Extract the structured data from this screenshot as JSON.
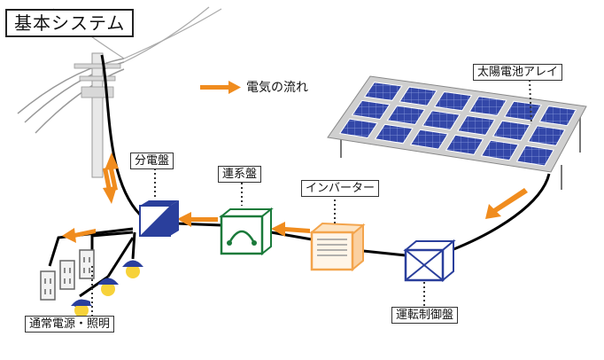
{
  "title": "基本システム",
  "legend": {
    "label": "電気の流れ"
  },
  "components": {
    "solar_array": "太陽電池アレイ",
    "charge_controller": "運転制御盤",
    "inverter": "インバーター",
    "grid_connection": "連系盤",
    "distribution_board": "分電盤",
    "loads": "通常電源・照明"
  },
  "colors": {
    "flow_arrow": "#f08c1e",
    "panel_blue": "#2a3f9c",
    "connection_green": "#1a7a3a",
    "inverter_orange": "#f3a44c",
    "wire": "#000000"
  }
}
